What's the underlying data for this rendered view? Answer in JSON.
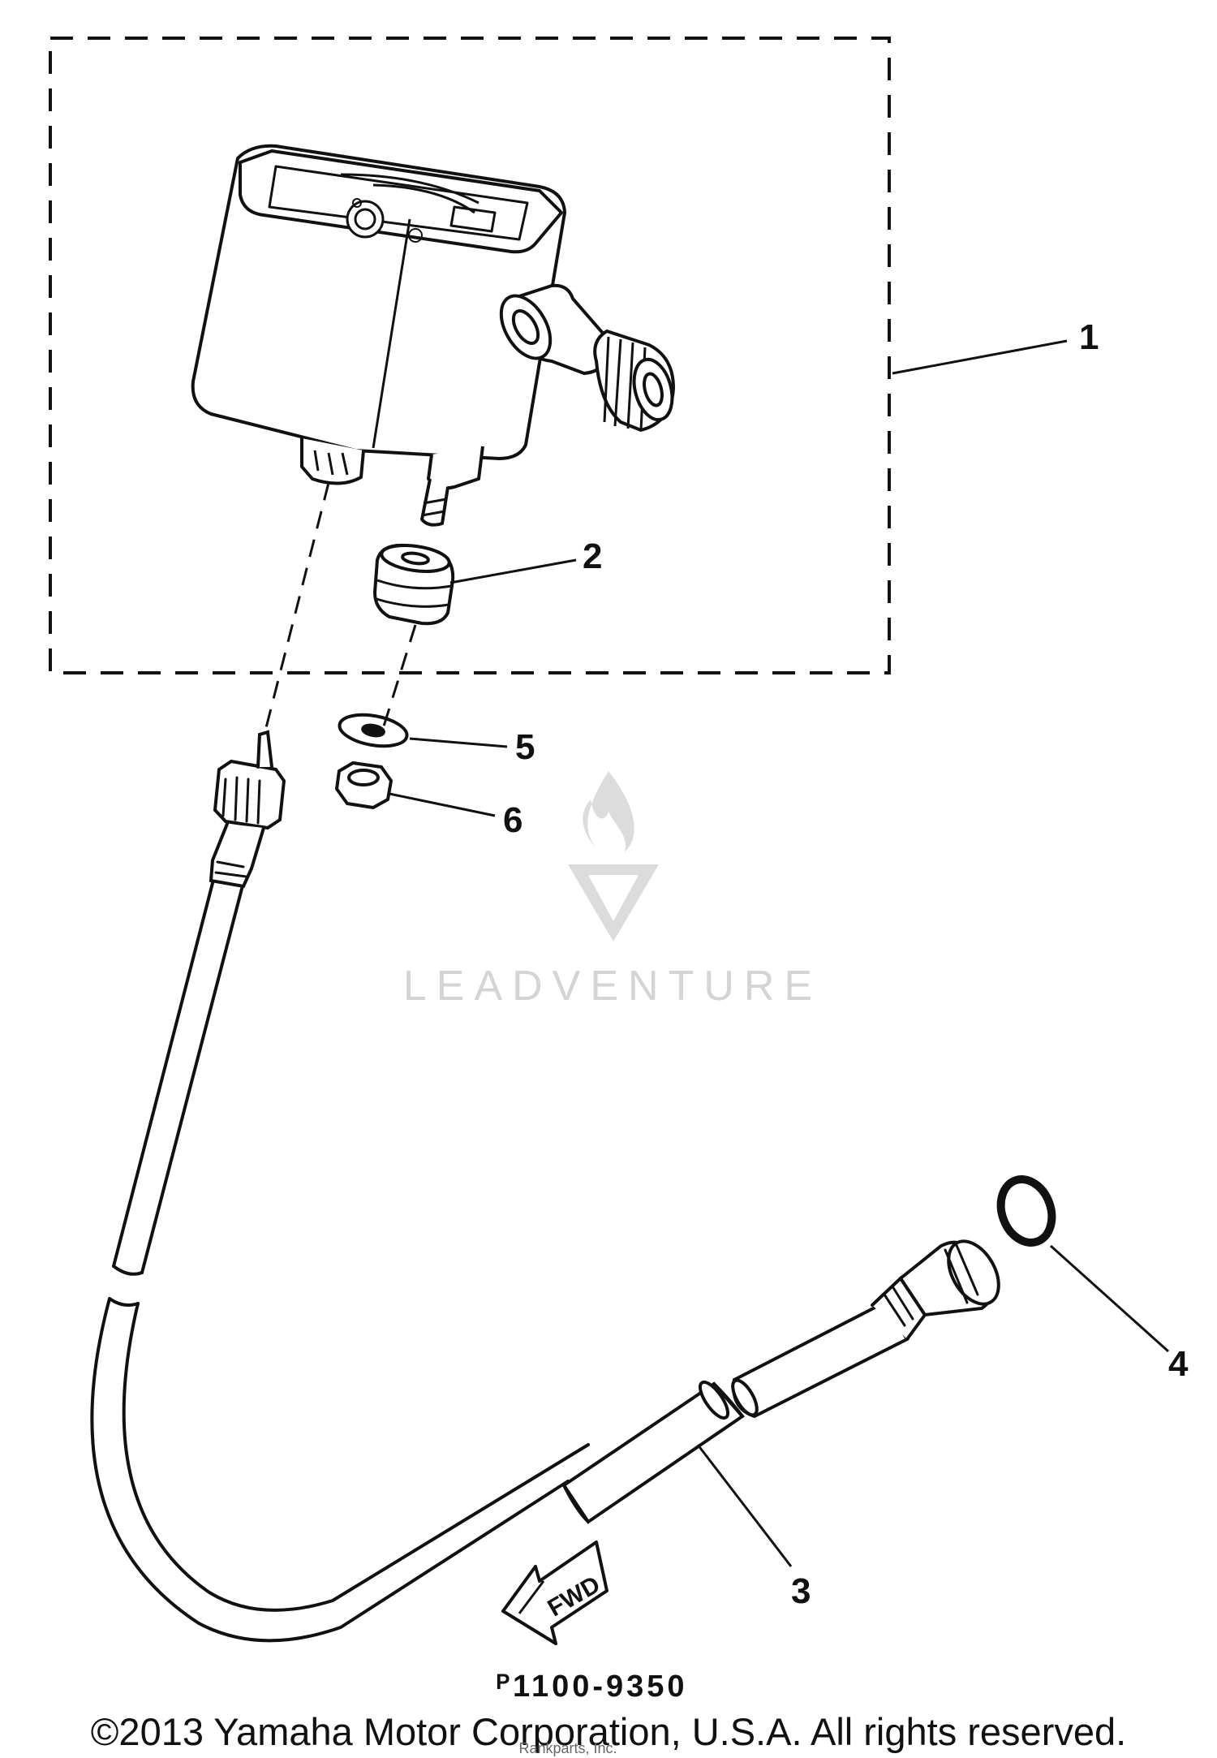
{
  "diagram": {
    "callouts": [
      {
        "id": "callout-1",
        "number": "1"
      },
      {
        "id": "callout-2",
        "number": "2"
      },
      {
        "id": "callout-3",
        "number": "3"
      },
      {
        "id": "callout-4",
        "number": "4"
      },
      {
        "id": "callout-5",
        "number": "5"
      },
      {
        "id": "callout-6",
        "number": "6"
      }
    ],
    "fwd_label": "FWD",
    "part_code": "ᴾ1100-9350",
    "copyright": "©2013 Yamaha Motor Corporation, U.S.A. All rights reserved.",
    "fine_print": "Rankparts, Inc.",
    "watermark": "LEADVENTURE"
  },
  "colors": {
    "ink": "#111111",
    "watermark": "#d4d4d4",
    "background": "#ffffff"
  }
}
